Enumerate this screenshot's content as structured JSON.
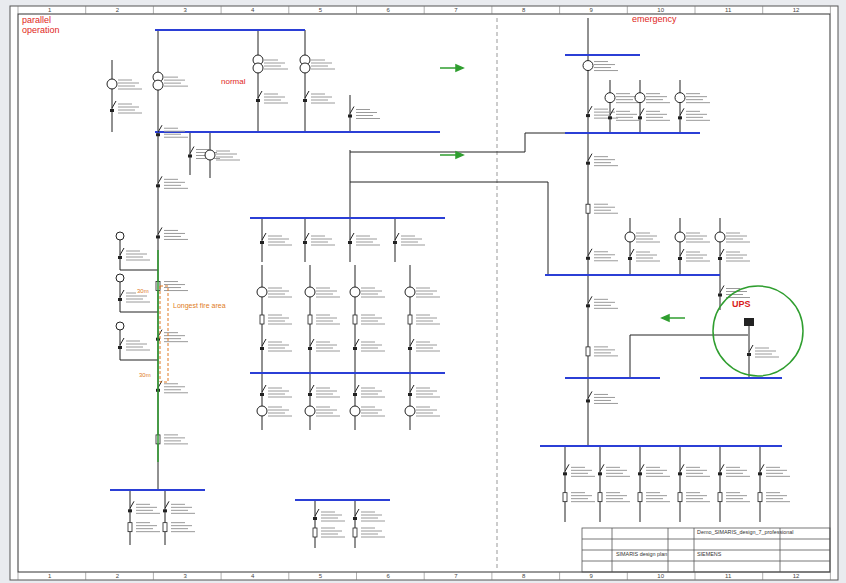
{
  "diagram": {
    "nodes": [
      {
        "text": [
          "UPS"
        ]
      }
    ],
    "labels": [
      "parallel operation",
      "normal",
      "emergency",
      "Longest fire area",
      "30m",
      "30m",
      "Demo_SIMARIS_design_7_professional",
      "SIMARIS design plan",
      "SIEMENS",
      "1",
      "2",
      "3",
      "4",
      "5",
      "6",
      "7",
      "8",
      "9",
      "10",
      "11",
      "12",
      "1",
      "2",
      "3",
      "4",
      "5",
      "6",
      "7",
      "8",
      "9",
      "10",
      "11",
      "12"
    ]
  }
}
